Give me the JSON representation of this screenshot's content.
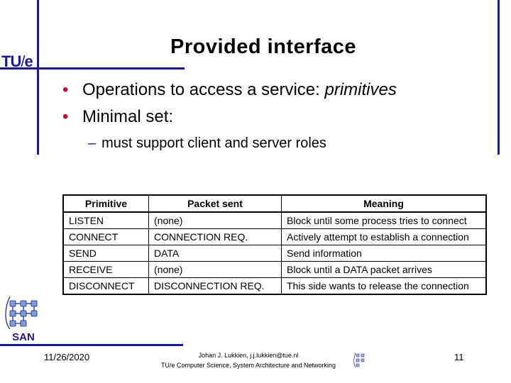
{
  "logo": {
    "text_main": "TU",
    "text_slash": "/",
    "text_e": "e"
  },
  "title": "Provided interface",
  "bullets": [
    {
      "plain": "Operations to access a service: ",
      "italic": "primitives"
    },
    {
      "plain": "Minimal set:",
      "italic": ""
    }
  ],
  "subbullet": "must support client and server roles",
  "bullet_symbol": "•",
  "dash_symbol": "–",
  "table": {
    "headers": [
      "Primitive",
      "Packet sent",
      "Meaning"
    ],
    "rows": [
      [
        "LISTEN",
        "(none)",
        "Block until some process tries to connect"
      ],
      [
        "CONNECT",
        "CONNECTION REQ.",
        "Actively attempt to establish a connection"
      ],
      [
        "SEND",
        "DATA",
        "Send information"
      ],
      [
        "RECEIVE",
        "(none)",
        "Block until a DATA packet arrives"
      ],
      [
        "DISCONNECT",
        "DISCONNECTION REQ.",
        "This side wants to release the connection"
      ]
    ]
  },
  "san_logo": "SAN",
  "footer": {
    "date": "11/26/2020",
    "author_line1": "Johan J. Lukkien, j.j.lukkien@tue.nl",
    "author_line2": "TU/e Computer Science, System Architecture and Networking",
    "page": "11"
  },
  "colors": {
    "accent": "#1a1a8c",
    "bullet": "#c0003c"
  }
}
